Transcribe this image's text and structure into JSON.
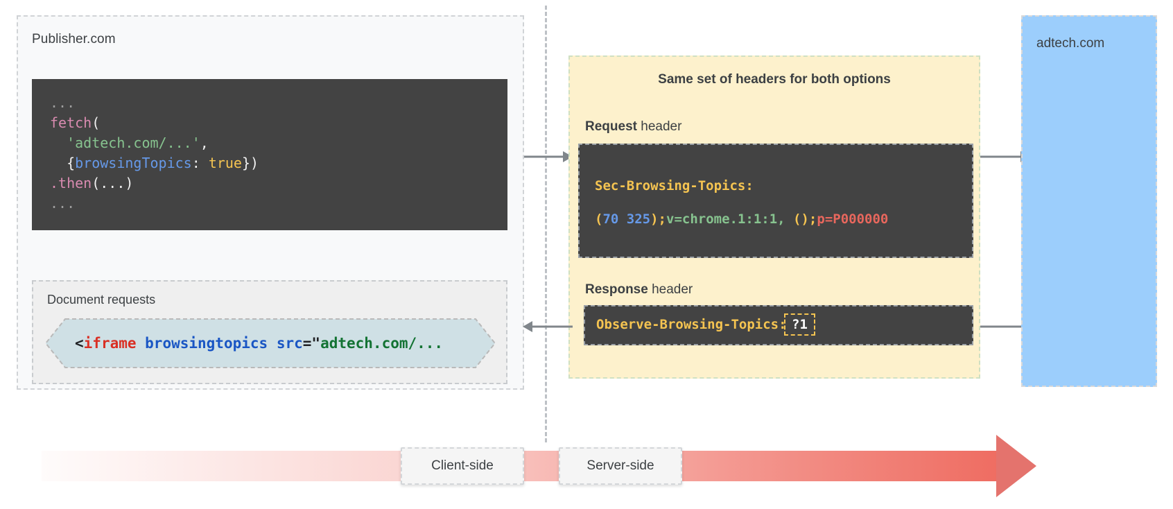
{
  "diagram": {
    "title": "Topics API request/response headers flow",
    "colors": {
      "publisher_panel_bg": "#f8f9fa",
      "code_bg": "#434343",
      "headers_panel_bg": "#fdf1cc",
      "adtech_bg": "#9ccefc",
      "iframe_hex_bg": "#cfe0e5",
      "timeline_accent": "#e4736d",
      "header_name_yellow": "#f5c451"
    }
  },
  "publisher": {
    "label": "Publisher.com",
    "code": {
      "line1_dots": "...",
      "line2_fn": "fetch",
      "line2_paren": "(",
      "line3_str": "'adtech.com/...'",
      "line3_comma": ",",
      "line4_open": "{",
      "line4_prop": "browsingTopics",
      "line4_colon": ": ",
      "line4_bool": "true",
      "line4_close": "})",
      "line5_dot": ".",
      "line5_fn": "then",
      "line5_args": "(...)",
      "line6_dots": "..."
    },
    "document_requests": {
      "label": "Document requests",
      "snippet": {
        "angle": "<",
        "tag": "iframe",
        "attr_bool": " browsingtopics ",
        "attr_name": "src",
        "equals": "=",
        "quote": "\"",
        "value": "adtech.com/..."
      }
    }
  },
  "headers": {
    "title": "Same set of headers for both options",
    "request": {
      "caption_bold": "Request",
      "caption_rest": " header",
      "name": "Sec-Browsing-Topics:",
      "value_parts": {
        "open_paren": "(",
        "num1": "70 325",
        "close_paren": ")",
        "semi1": ";",
        "version": "v=chrome.1:1:1, ",
        "empty_paren": "()",
        "semi2": ";",
        "padding": "p=P000000"
      },
      "value_full": "(70 325);v=chrome.1:1:1, ();p=P000000"
    },
    "response": {
      "caption_bold": "Response",
      "caption_rest": " header",
      "name": "Observe-Browsing-Topics:",
      "value": "?1"
    }
  },
  "adtech": {
    "label": "adtech.com"
  },
  "timeline": {
    "client_label": "Client-side",
    "server_label": "Server-side"
  },
  "arrows": {
    "publisher_to_request": "arrow-right",
    "request_to_adtech": "arrow-right",
    "adtech_to_response": "line",
    "response_to_publisher": "arrow-left"
  }
}
